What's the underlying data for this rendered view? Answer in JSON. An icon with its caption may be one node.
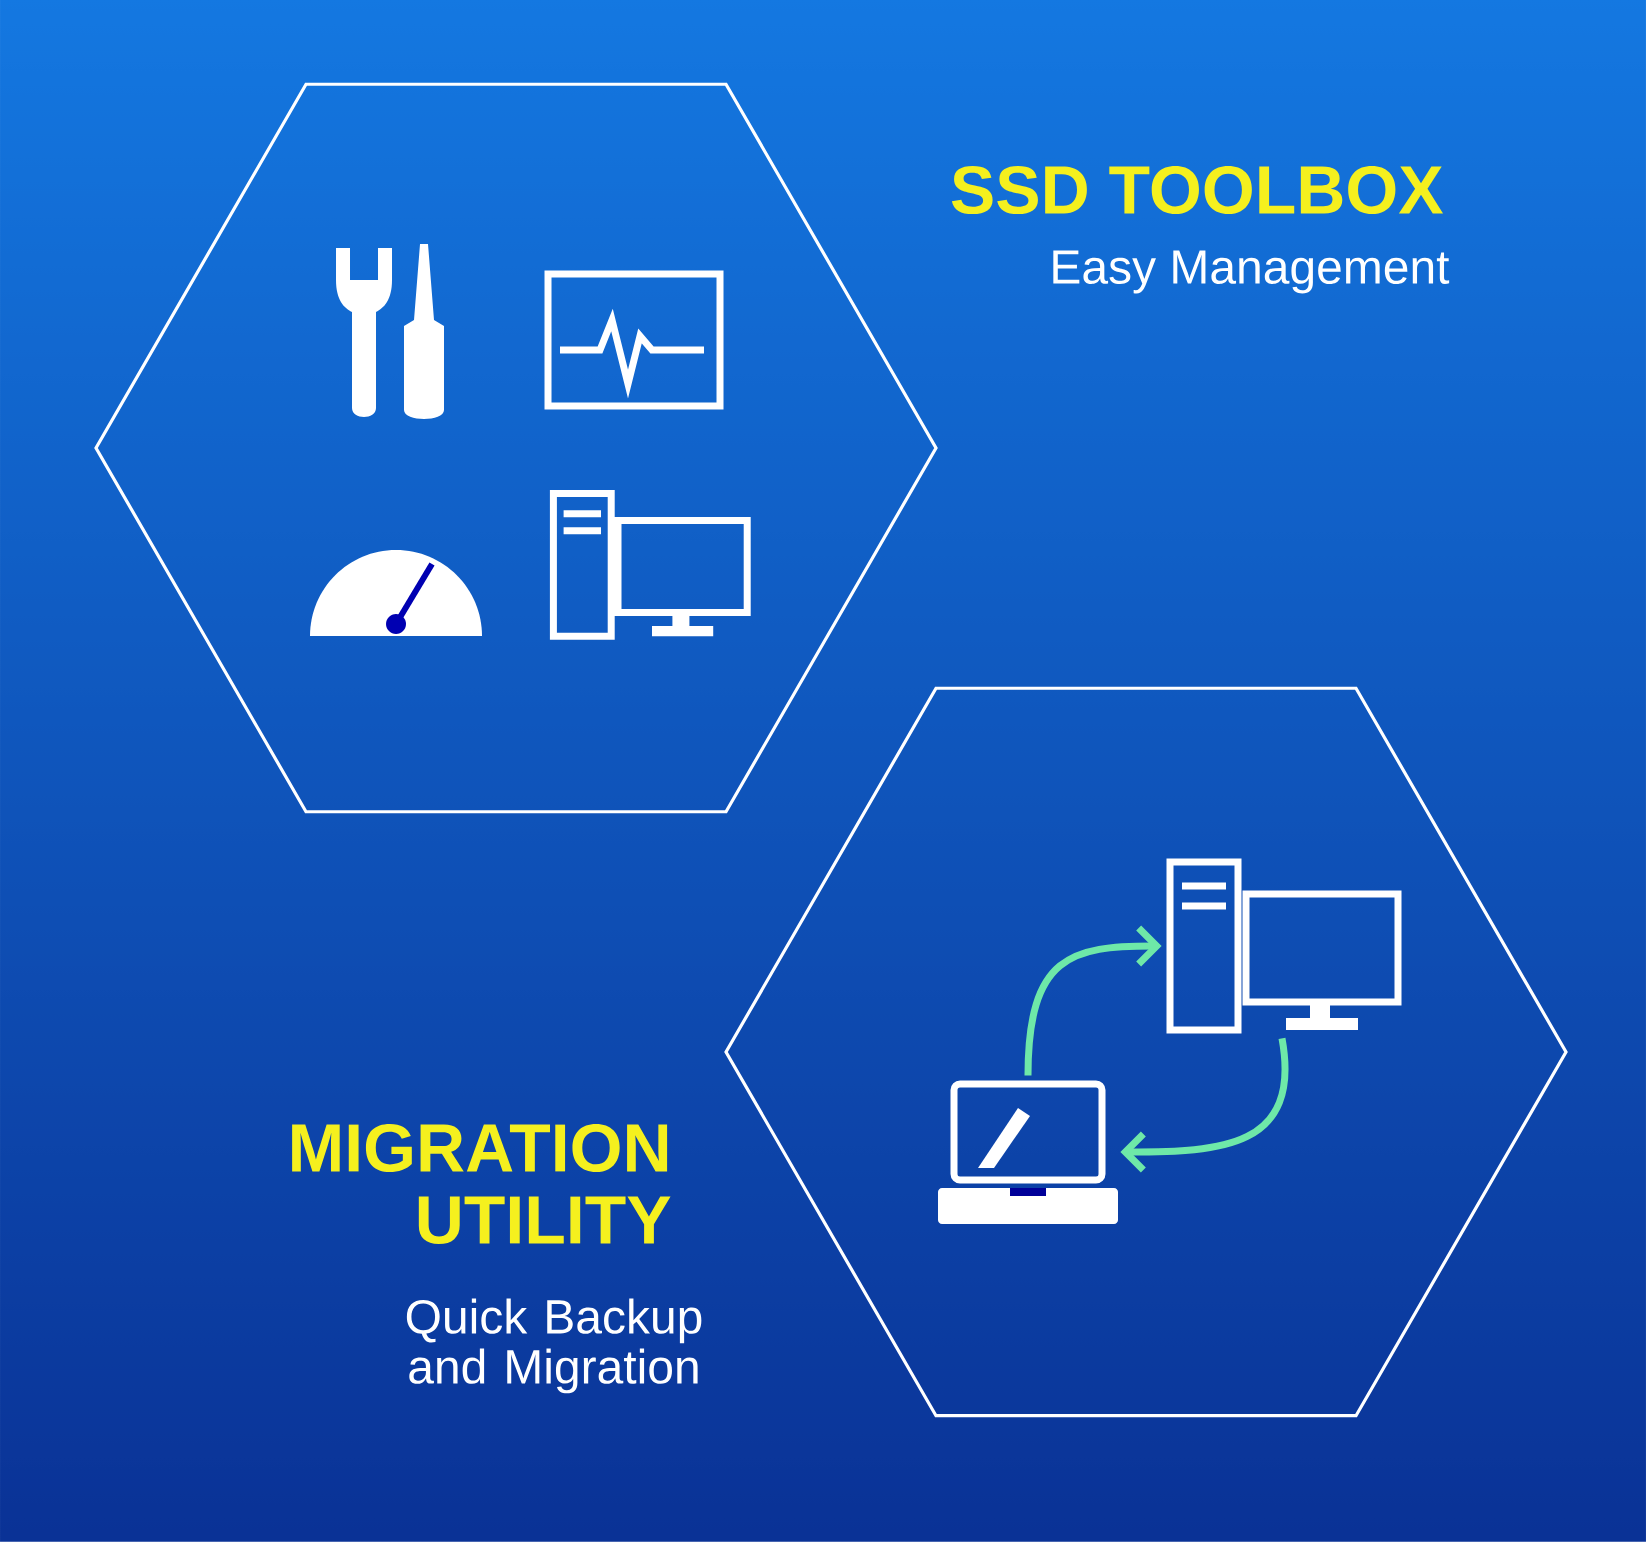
{
  "diagram": {
    "nodes": [
      {
        "text": [
          "SSD TOOLBOX",
          "Easy Management"
        ]
      },
      {
        "text": [
          "MIGRATION UTILITY",
          "Quick Backup and Migration"
        ]
      },
      {
        "text": [],
        "shape": "picture",
        "in": 1
      },
      {
        "text": [],
        "shape": "picture",
        "in": 1
      }
    ],
    "edges": [
      {
        "from": 3,
        "to": 2,
        "arrow": "to"
      },
      {
        "from": 2,
        "to": 3,
        "arrow": "to"
      }
    ]
  }
}
